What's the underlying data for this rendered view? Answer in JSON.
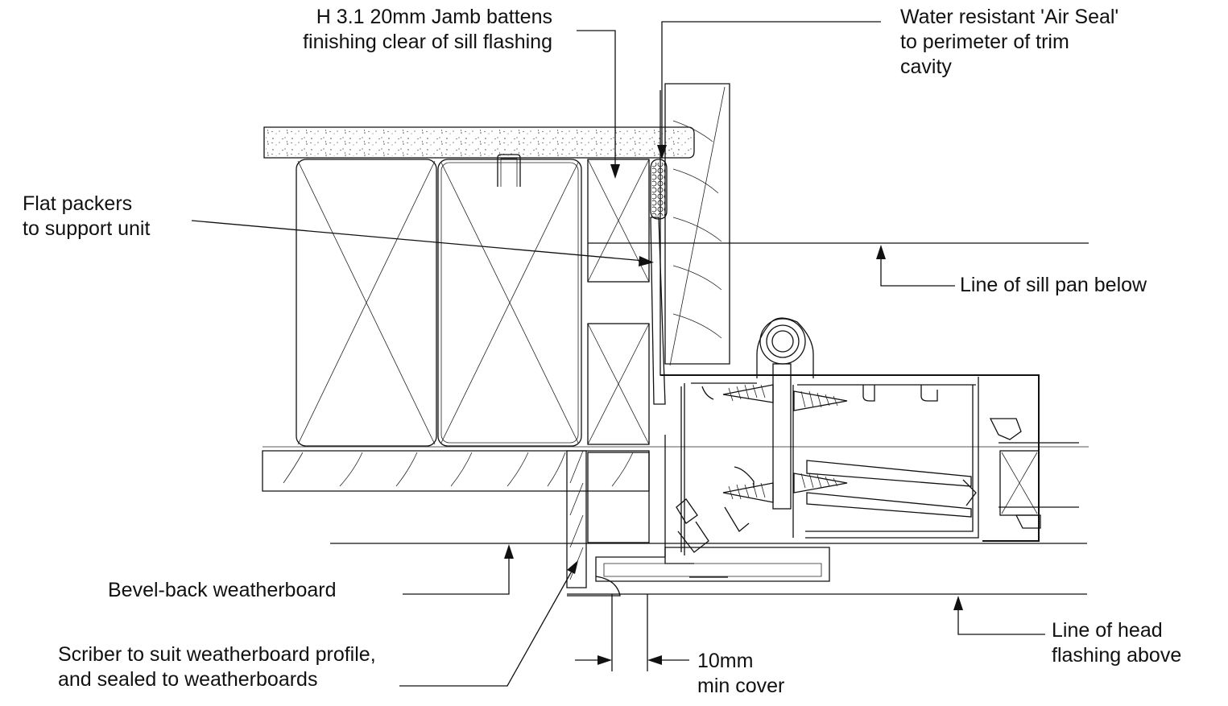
{
  "annotations": {
    "jamb_battens": [
      "H 3.1 20mm Jamb battens",
      "finishing clear of sill flashing"
    ],
    "air_seal": [
      "Water resistant 'Air Seal'",
      "to perimeter of trim",
      "cavity"
    ],
    "flat_packers": [
      "Flat packers",
      "to support unit"
    ],
    "sill_pan": [
      "Line of sill pan below"
    ],
    "weatherboard": [
      "Bevel-back weatherboard"
    ],
    "scriber": [
      "Scriber to suit weatherboard profile,",
      "and sealed to weatherboards"
    ],
    "head_flashing": [
      "Line of head",
      "flashing above"
    ],
    "cover_dimension": [
      "10mm",
      "min cover"
    ]
  },
  "colors": {
    "line": "#111111",
    "background": "#ffffff"
  }
}
